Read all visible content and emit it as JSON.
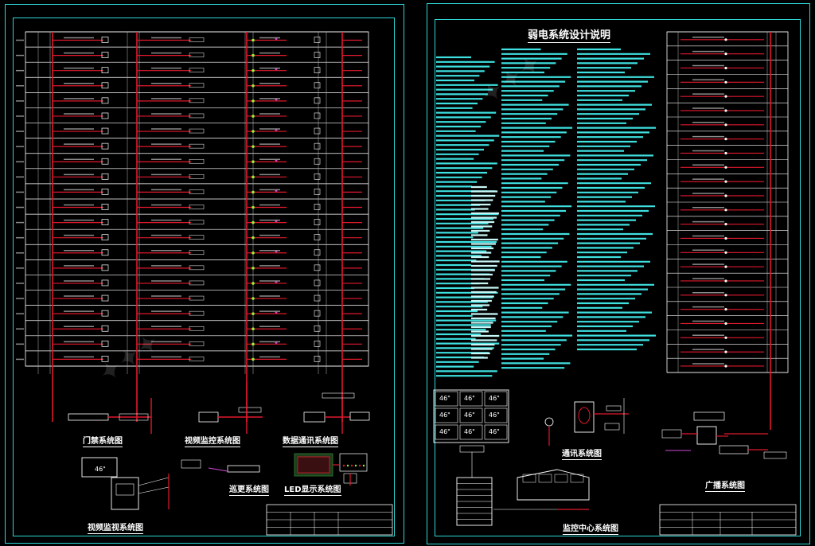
{
  "left_sheet": {
    "captions": {
      "access": "门禁系统图",
      "video": "视频监控系统图",
      "data": "数据通讯系统图",
      "patrol": "巡更系统图",
      "led": "LED显示系统图",
      "vmon": "视频监视系统图"
    },
    "monitor_label": "46\""
  },
  "right_sheet": {
    "title": "弱电系统设计说明",
    "captions": {
      "intercom": "通讯系统图",
      "control": "监控中心系统图",
      "broadcast": "广播系统图"
    },
    "tv_wall_label": "46\""
  },
  "colors": {
    "frame": "#2fd6d6",
    "riser": "#e0192d",
    "text": "#ffffff",
    "body_text": "#3fe0e0",
    "node": "#9cf03a",
    "accent": "#d24bd8",
    "background": "#000000"
  },
  "icons": [
    "title-block-icon",
    "monitor-icon",
    "console-icon",
    "speaker-icon",
    "camera-icon",
    "led-screen-icon"
  ]
}
